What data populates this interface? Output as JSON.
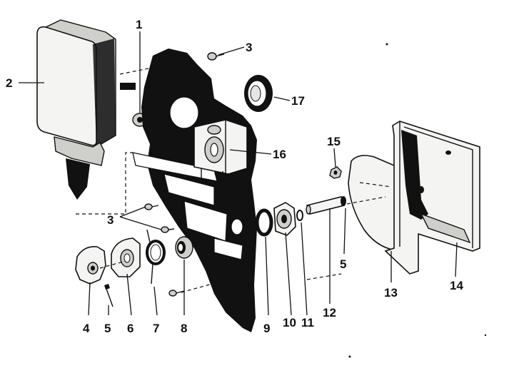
{
  "labels": {
    "p1": "1",
    "p2": "2",
    "p3a": "3",
    "p3b": "3",
    "p4": "4",
    "p5a": "5",
    "p5b": "5",
    "p6": "6",
    "p7": "7",
    "p8": "8",
    "p9": "9",
    "p10": "10",
    "p11": "11",
    "p12": "12",
    "p13": "13",
    "p14": "14",
    "p15": "15",
    "p16": "16",
    "p17": "17"
  }
}
